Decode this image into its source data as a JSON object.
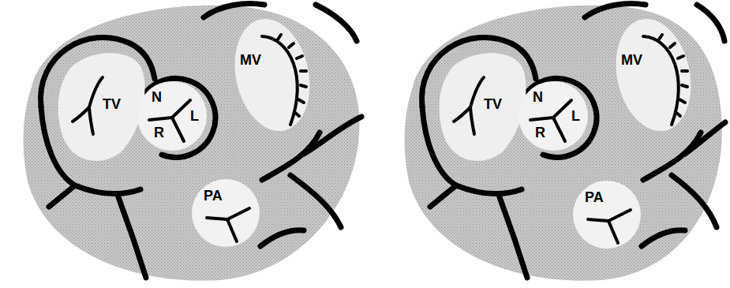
{
  "diagram": {
    "nodes": [
      {
        "text": [
          "TV"
        ]
      },
      {
        "text": [
          "N",
          "R",
          "L"
        ]
      },
      {
        "text": [
          "MV"
        ]
      },
      {
        "text": [
          "PA"
        ]
      },
      {
        "text": [
          "TV"
        ]
      },
      {
        "text": [
          "N",
          "R",
          "L"
        ]
      },
      {
        "text": [
          "MV"
        ]
      },
      {
        "text": [
          "PA"
        ]
      }
    ]
  }
}
